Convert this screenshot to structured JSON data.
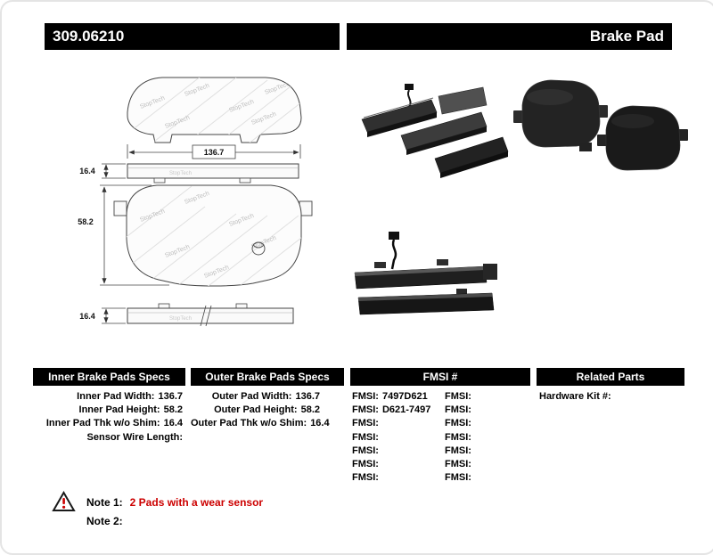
{
  "header": {
    "part_number": "309.06210",
    "title": "Brake Pad"
  },
  "drawing": {
    "dim_width": "136.7",
    "dim_thickness_top": "16.4",
    "dim_height": "58.2",
    "dim_thickness_bottom": "16.4",
    "watermark": "StopTech"
  },
  "specs": {
    "inner": {
      "title": "Inner Brake Pads Specs",
      "rows": [
        {
          "label": "Inner Pad Width:",
          "value": "136.7"
        },
        {
          "label": "Inner Pad Height:",
          "value": "58.2"
        },
        {
          "label": "Inner Pad Thk w/o Shim:",
          "value": "16.4"
        },
        {
          "label": "Sensor Wire Length:",
          "value": ""
        }
      ]
    },
    "outer": {
      "title": "Outer Brake Pads Specs",
      "rows": [
        {
          "label": "Outer Pad Width:",
          "value": "136.7"
        },
        {
          "label": "Outer Pad Height:",
          "value": "58.2"
        },
        {
          "label": "Outer Pad Thk w/o Shim:",
          "value": "16.4"
        }
      ]
    },
    "fmsi": {
      "title": "FMSI #",
      "rows": [
        {
          "l_label": "FMSI:",
          "l_value": "7497D621",
          "r_label": "FMSI:",
          "r_value": ""
        },
        {
          "l_label": "FMSI:",
          "l_value": "D621-7497",
          "r_label": "FMSI:",
          "r_value": ""
        },
        {
          "l_label": "FMSI:",
          "l_value": "",
          "r_label": "FMSI:",
          "r_value": ""
        },
        {
          "l_label": "FMSI:",
          "l_value": "",
          "r_label": "FMSI:",
          "r_value": ""
        },
        {
          "l_label": "FMSI:",
          "l_value": "",
          "r_label": "FMSI:",
          "r_value": ""
        },
        {
          "l_label": "FMSI:",
          "l_value": "",
          "r_label": "FMSI:",
          "r_value": ""
        },
        {
          "l_label": "FMSI:",
          "l_value": "",
          "r_label": "FMSI:",
          "r_value": ""
        }
      ]
    },
    "related": {
      "title": "Related Parts",
      "rows": [
        {
          "label": "Hardware Kit #:",
          "value": ""
        }
      ]
    }
  },
  "notes": {
    "note1_label": "Note 1:",
    "note1_text": "2 Pads with a wear sensor",
    "note2_label": "Note 2:",
    "note2_text": "",
    "accent_red": "#cc0000"
  }
}
